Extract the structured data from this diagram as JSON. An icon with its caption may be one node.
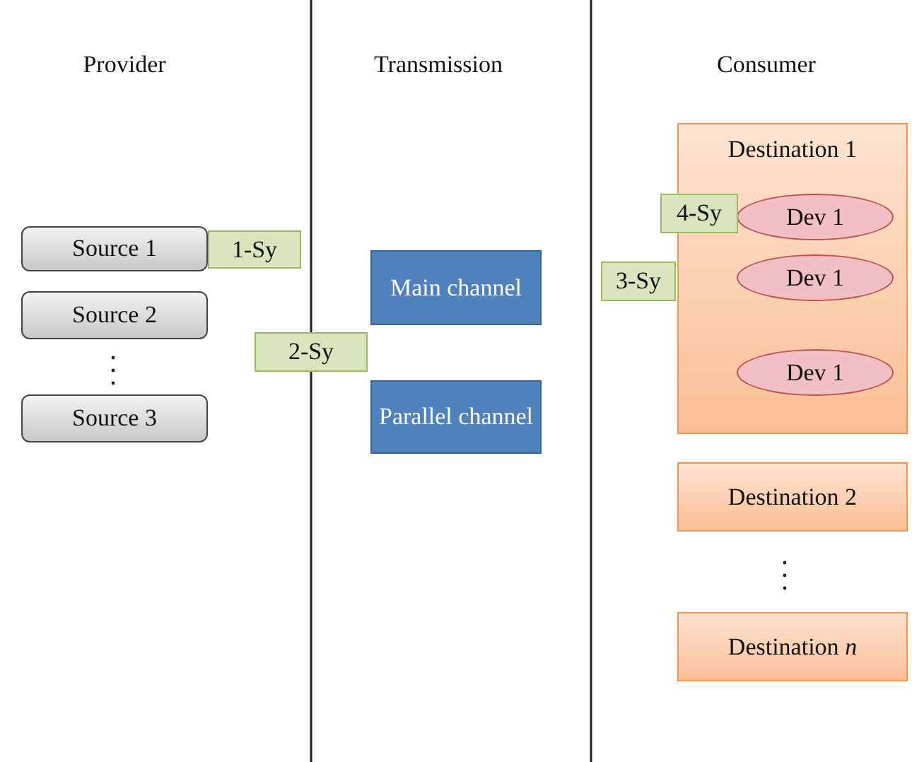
{
  "diagram": {
    "nodes": [
      {
        "text": [
          "Source 1"
        ]
      },
      {
        "text": [
          "1-Sy"
        ]
      },
      {
        "text": [
          "Source 2"
        ]
      },
      {
        "text": [
          "2-Sy"
        ]
      },
      {
        "text": [
          "Source 3"
        ]
      },
      {
        "text": [
          "Main channel"
        ]
      },
      {
        "text": [
          "Parallel channel"
        ]
      },
      {
        "text": [
          "Destination 1"
        ]
      },
      {
        "text": [
          "4-Sy"
        ]
      },
      {
        "text": [
          "Dev 1"
        ],
        "in": 7
      },
      {
        "text": [
          "Dev 1"
        ],
        "in": 7
      },
      {
        "text": [
          "Dev 1"
        ],
        "in": 7
      },
      {
        "text": [
          "3-Sy"
        ]
      },
      {
        "text": [
          "Destination 2"
        ]
      },
      {
        "text": [
          "Destination *n*"
        ]
      }
    ],
    "edges": [],
    "labels": [
      "Provider",
      "Transmission",
      "Consumer"
    ]
  }
}
